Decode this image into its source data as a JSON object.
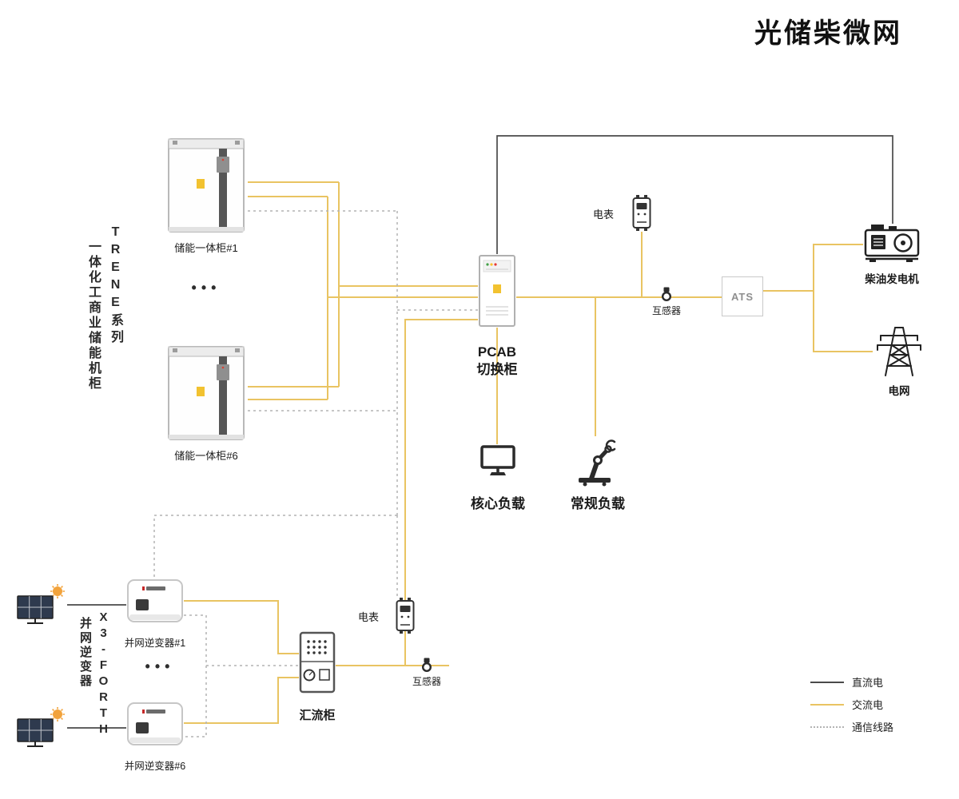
{
  "title": "光储柴微网",
  "banners": {
    "storage_series": "TRENE系列",
    "storage_desc": "一体化工商业储能机柜",
    "inverter_series": "X3-FORTH",
    "inverter_desc": "并网逆变器"
  },
  "nodes": {
    "storage1_label": "储能一体柜#1",
    "storage6_label": "储能一体柜#6",
    "storage_dots": "•••",
    "pcab_line1": "PCAB",
    "pcab_line2": "切换柜",
    "meter_top_label": "电表",
    "ct_top_label": "互感器",
    "ats_label": "ATS",
    "diesel_label": "柴油发电机",
    "grid_label": "电网",
    "core_load_label": "核心负载",
    "normal_load_label": "常规负载",
    "inverter1_label": "并网逆变器#1",
    "inverter6_label": "并网逆变器#6",
    "inverter_dots": "•••",
    "combiner_label": "汇流柜",
    "meter_bottom_label": "电表",
    "ct_bottom_label": "互感器"
  },
  "legend": {
    "dc_label": "直流电",
    "ac_label": "交流电",
    "comm_label": "通信线路"
  },
  "colors": {
    "ac": "#E9C462",
    "dc": "#4A4A4A",
    "comm": "#B3B3B3",
    "warning": "#F2C230",
    "sun": "#F2A33C"
  }
}
